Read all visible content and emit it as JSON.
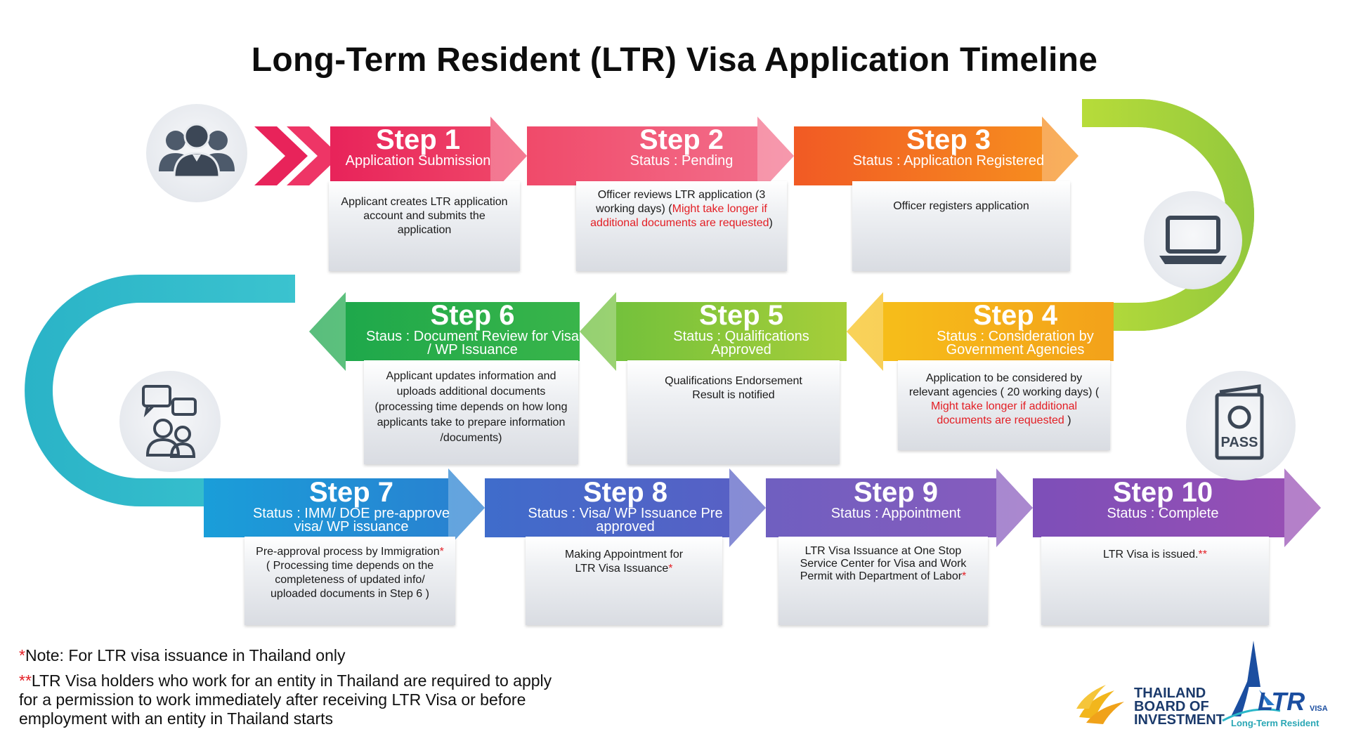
{
  "title": "Long-Term Resident (LTR) Visa Application Timeline",
  "colors": {
    "step1": "#ee2d5a",
    "step2": "#f0577a",
    "step3": "#f47621",
    "step4": "#f7b614",
    "step5": "#8dc63f",
    "step6": "#22b24c",
    "step7": "#1b9fd6",
    "step8": "#4e63c6",
    "step9": "#7f5fbf",
    "step10": "#8b4fb6",
    "loop1": "#a8d330",
    "loop2": "#2bb7c9",
    "note_red": "#e31e24"
  },
  "steps": [
    {
      "label": "Step 1",
      "status": "Application Submission",
      "desc": [
        {
          "t": "Applicant creates LTR application account and submits the application"
        }
      ]
    },
    {
      "label": "Step 2",
      "status": "Status : Pending",
      "desc": [
        {
          "t": "Officer reviews LTR application (3 working days) ("
        },
        {
          "t": "Might take longer if additional documents are requested",
          "red": true
        },
        {
          "t": ")"
        }
      ]
    },
    {
      "label": "Step 3",
      "status": "Status : Application Registered",
      "desc": [
        {
          "t": "Officer registers application"
        }
      ]
    },
    {
      "label": "Step 4",
      "status": "Status : Consideration by Government Agencies",
      "desc": [
        {
          "t": "Application to be considered by relevant agencies ( 20 working days) ( "
        },
        {
          "t": "Might take longer if additional documents are requested",
          "red": true
        },
        {
          "t": " )"
        }
      ]
    },
    {
      "label": "Step 5",
      "status": "Status : Qualifications Approved",
      "desc": [
        {
          "t": "Qualifications Endorsement Result is notified"
        }
      ]
    },
    {
      "label": "Step 6",
      "status": "Staus : Document Review for Visa / WP Issuance",
      "desc": [
        {
          "t": "Applicant updates information and uploads additional documents (processing time depends on how long applicants take to prepare information /documents)"
        }
      ]
    },
    {
      "label": "Step 7",
      "status": "Status : IMM/ DOE pre-approve visa/ WP issuance",
      "desc": [
        {
          "t": "Pre-approval process by Immigration"
        },
        {
          "t": "*",
          "red": true
        },
        {
          "t": " ( Processing time depends on the completeness of updated info/ uploaded documents in Step 6 )"
        }
      ]
    },
    {
      "label": "Step 8",
      "status": "Status : Visa/ WP Issuance Pre approved",
      "desc": [
        {
          "t": "Making Appointment for LTR Visa Issuance"
        },
        {
          "t": "*",
          "red": true
        }
      ]
    },
    {
      "label": "Step 9",
      "status": "Status : Appointment",
      "desc": [
        {
          "t": "LTR Visa Issuance at One Stop Service Center for Visa and Work Permit with Department of Labor"
        },
        {
          "t": "*",
          "red": true
        }
      ]
    },
    {
      "label": "Step 10",
      "status": "Status : Complete",
      "desc": [
        {
          "t": "LTR Visa is issued."
        },
        {
          "t": "**",
          "red": true
        }
      ]
    }
  ],
  "notes": {
    "note1_mark": "*",
    "note1_text": "Note: For LTR visa issuance in Thailand only",
    "note2_mark": "**",
    "note2_text": "LTR Visa holders who work for an entity in Thailand are required to apply for a permission to work immediately after receiving LTR Visa or before employment with an entity in Thailand starts"
  },
  "logos": {
    "boi_line1": "THAILAND",
    "boi_line2": "BOARD OF",
    "boi_line3": "INVESTMENT",
    "ltr_mark": "LTR",
    "ltr_visa": "VISA",
    "ltr_sub": "Long-Term Resident"
  },
  "icons": {
    "people": "people-group-icon",
    "laptop": "laptop-icon",
    "chat": "chat-person-icon",
    "passport": "passport-icon",
    "passport_text": "PASS"
  }
}
